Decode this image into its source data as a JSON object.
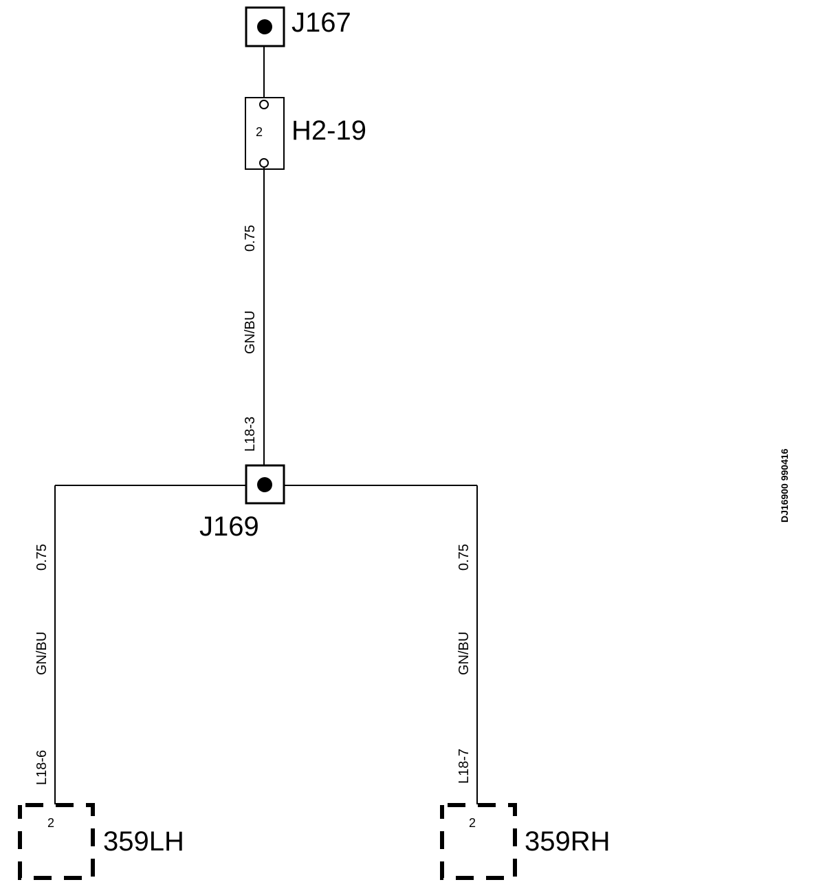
{
  "components": {
    "j167": {
      "label": "J167"
    },
    "h2_19": {
      "label": "H2-19",
      "pin": "2"
    },
    "j169": {
      "label": "J169"
    },
    "lamp_lh": {
      "label": "359LH",
      "pin": "2"
    },
    "lamp_rh": {
      "label": "359RH",
      "pin": "2"
    }
  },
  "wires": {
    "main": {
      "size": "0.75",
      "color": "GN/BU",
      "terminal": "L18-3"
    },
    "left": {
      "size": "0.75",
      "color": "GN/BU",
      "terminal": "L18-6"
    },
    "right": {
      "size": "0.75",
      "color": "GN/BU",
      "terminal": "L18-7"
    }
  },
  "reference": "DJ16900 990416"
}
